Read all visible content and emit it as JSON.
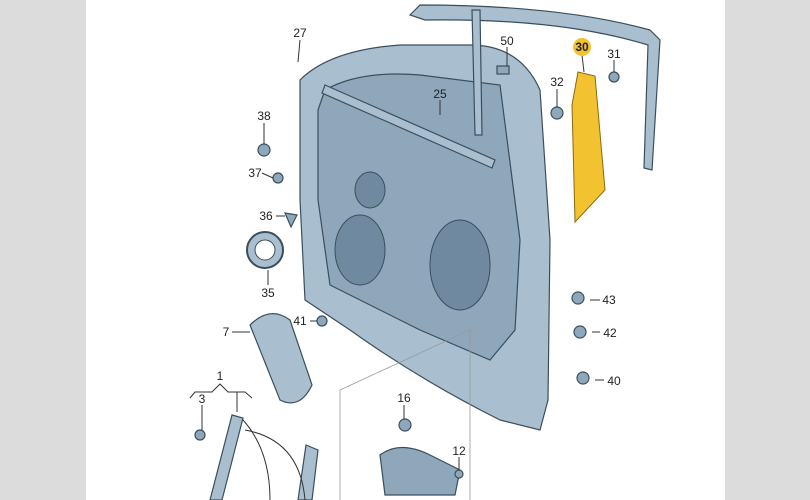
{
  "diagram": {
    "title": "Front door assembly exploded view",
    "highlight_color": "#f2c230",
    "labels": {
      "p27": "27",
      "p50": "50",
      "p30": "30",
      "p31": "31",
      "p32": "32",
      "p25": "25",
      "p38": "38",
      "p37": "37",
      "p36": "36",
      "p35": "35",
      "p7": "7",
      "p41": "41",
      "p1": "1",
      "p3": "3",
      "p16": "16",
      "p12": "12",
      "p43": "43",
      "p42": "42",
      "p40": "40"
    },
    "highlighted_part": "30"
  }
}
